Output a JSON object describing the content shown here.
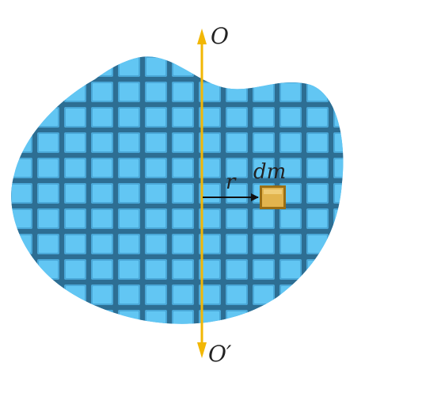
{
  "labels": {
    "axis_top": "O",
    "axis_bottom": "O′",
    "radius": "r",
    "mass_element": "dm"
  },
  "colors": {
    "body_fill": "#4fb4e4",
    "grid_tile": "#62c6f3",
    "grid_line": "#2d6e93",
    "axis": "#f2b705",
    "mass_element": "#e2b44e",
    "mass_element_border": "#9a6e14",
    "arrow": "#111111",
    "text": "#222222"
  }
}
